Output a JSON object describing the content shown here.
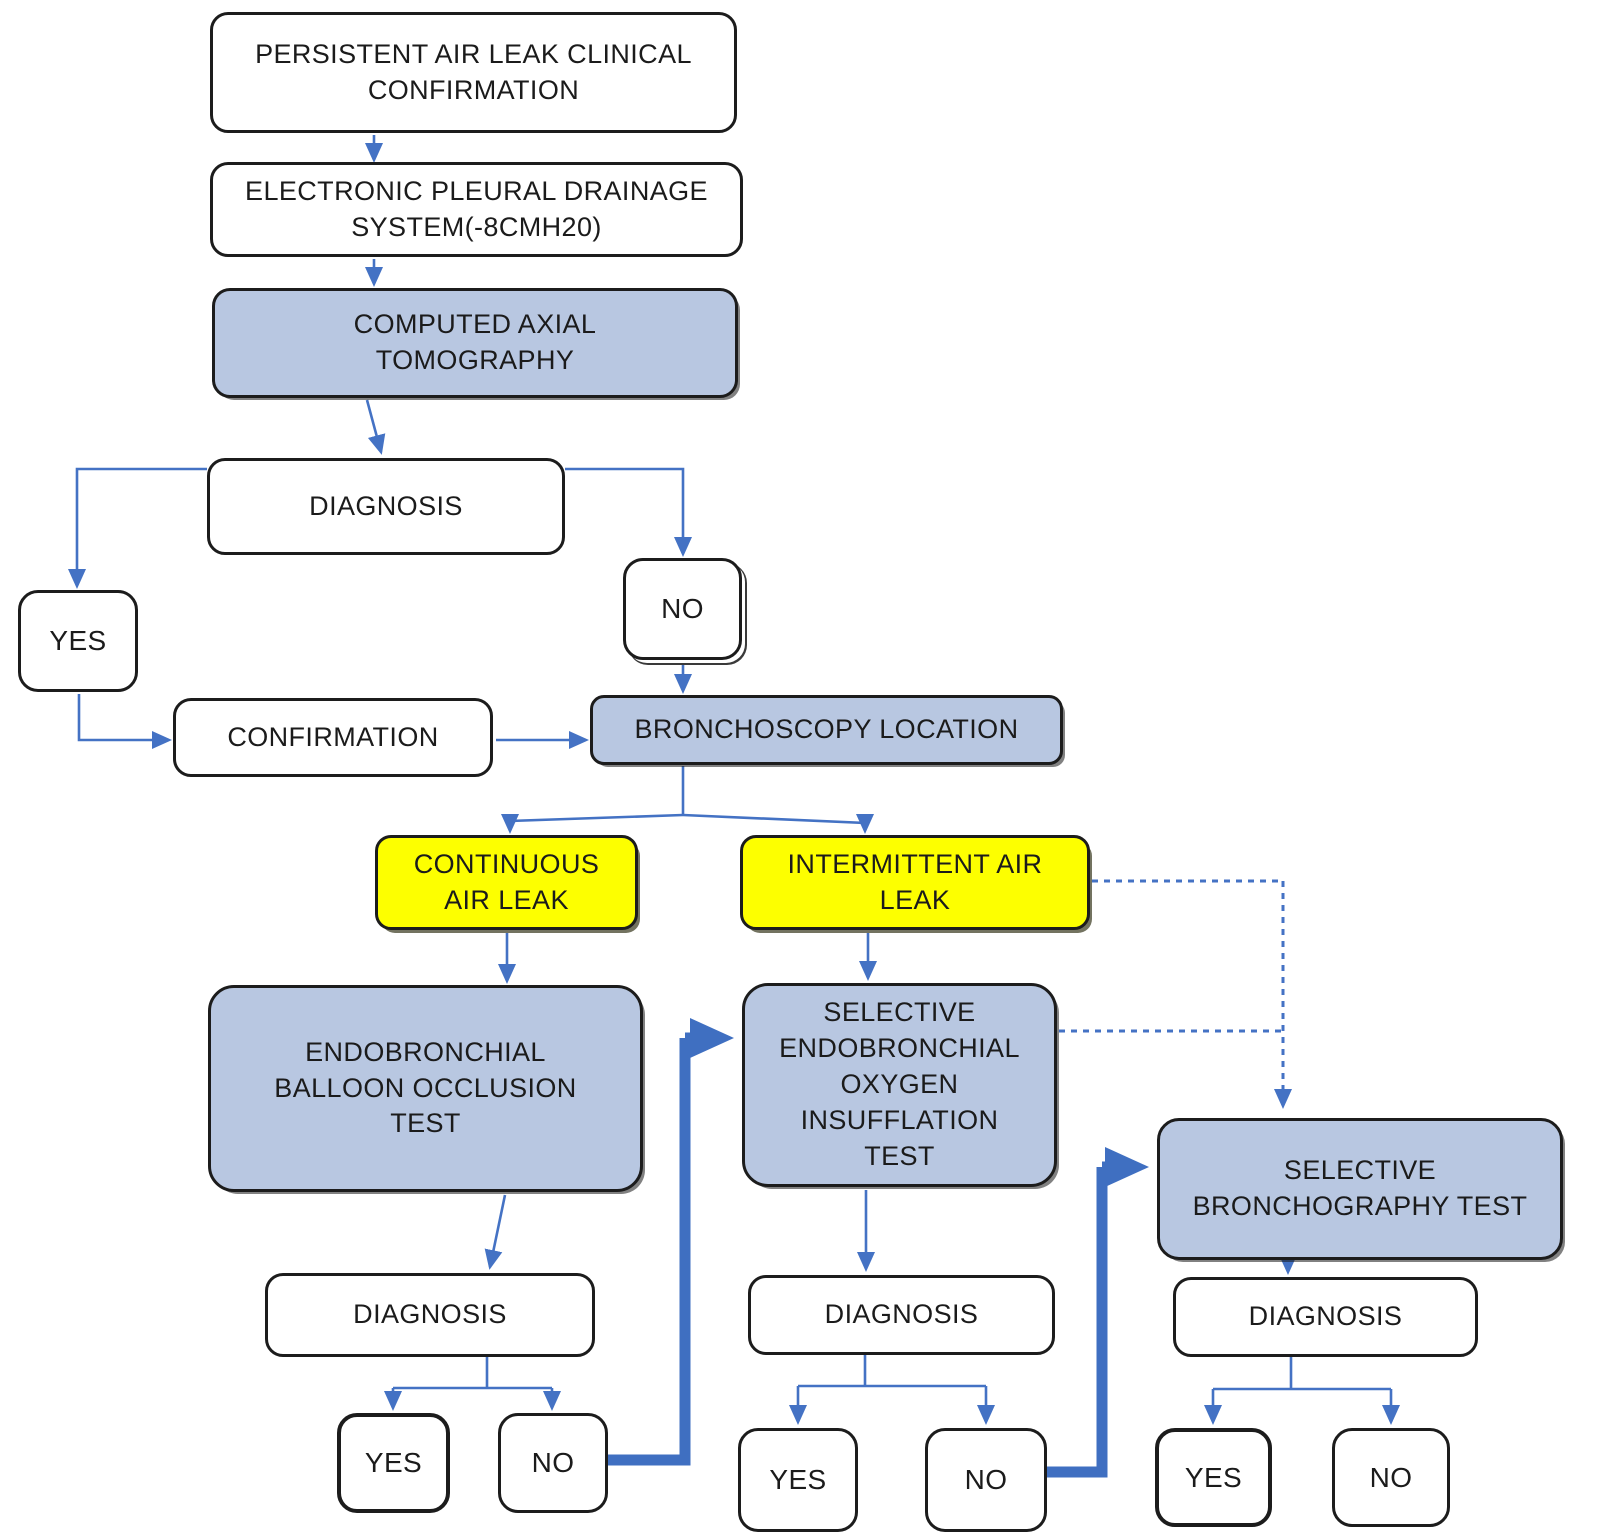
{
  "colors": {
    "highlight_fill": "#b8c7e1",
    "flag_fill": "#fdff00",
    "plain_fill": "#ffffff",
    "box_border": "#1c1c1c",
    "connector": "#4472c4",
    "connector_thick": "#3f6fc1"
  },
  "nodes": {
    "persistent": {
      "label": "PERSISTENT AIR LEAK CLINICAL\nCONFIRMATION"
    },
    "electronic": {
      "label": "ELECTRONIC PLEURAL DRAINAGE\nSYSTEM(-8CMH20)"
    },
    "ct": {
      "label": "COMPUTED AXIAL\nTOMOGRAPHY"
    },
    "diagnosis_ct": {
      "label": "DIAGNOSIS"
    },
    "yes_ct": {
      "label": "YES"
    },
    "no_ct": {
      "label": "NO"
    },
    "confirmation": {
      "label": "CONFIRMATION"
    },
    "bronchoscopy": {
      "label": "BRONCHOSCOPY LOCATION"
    },
    "continuous": {
      "label": "CONTINUOUS\nAIR LEAK"
    },
    "intermittent": {
      "label": "INTERMITTENT AIR\nLEAK"
    },
    "balloon": {
      "label": "ENDOBRONCHIAL\nBALLOON OCCLUSION\nTEST"
    },
    "oxygen": {
      "label": "SELECTIVE\nENDOBRONCHIAL\nOXYGEN\nINSUFFLATION\nTEST"
    },
    "bronchography": {
      "label": "SELECTIVE\nBRONCHOGRAPHY TEST"
    },
    "diagnosis_balloon": {
      "label": "DIAGNOSIS"
    },
    "yes_balloon": {
      "label": "YES"
    },
    "no_balloon": {
      "label": "NO"
    },
    "diagnosis_oxygen": {
      "label": "DIAGNOSIS"
    },
    "yes_oxygen": {
      "label": "YES"
    },
    "no_oxygen": {
      "label": "NO"
    },
    "diagnosis_bronchography": {
      "label": "DIAGNOSIS"
    },
    "yes_bronchography": {
      "label": "YES"
    },
    "no_bronchography": {
      "label": "NO"
    }
  }
}
